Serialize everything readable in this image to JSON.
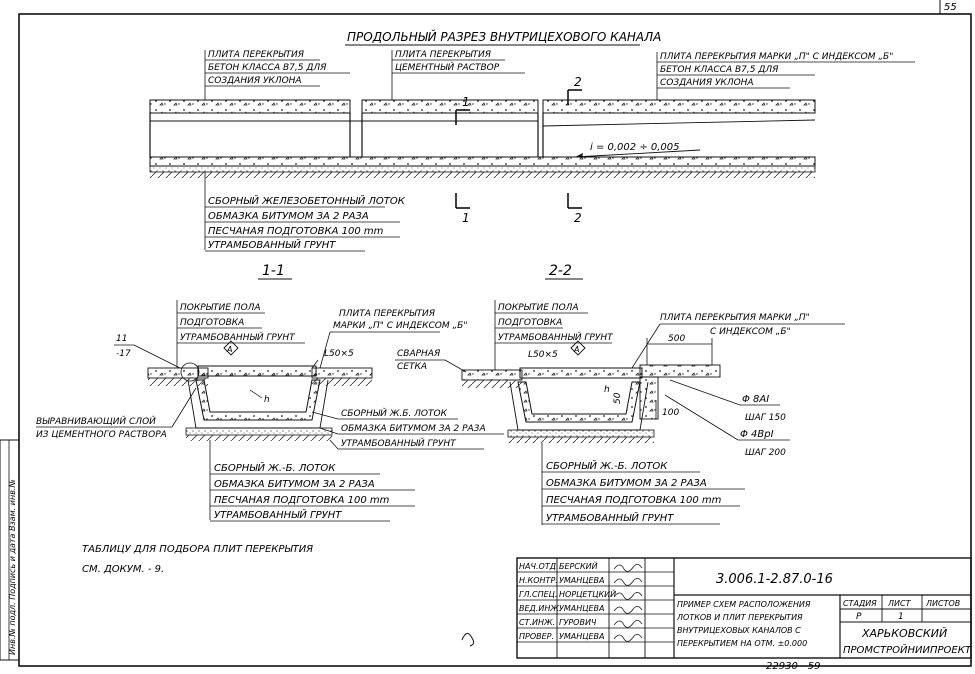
{
  "sheet": {
    "page_number": "55",
    "main_title": "ПРОДОЛЬНЫЙ РАЗРЕЗ ВНУТРИЦЕХОВОГО КАНАЛА",
    "bottom_number": "22930 - 59"
  },
  "longitudinal": {
    "callout_left": [
      "ПЛИТА ПЕРЕКРЫТИЯ",
      "БЕТОН КЛАССА В7,5 ДЛЯ",
      "СОЗДАНИЯ УКЛОНА"
    ],
    "callout_mid": [
      "ПЛИТА ПЕРЕКРЫТИЯ",
      "ЦЕМЕНТНЫЙ РАСТВОР"
    ],
    "callout_right": [
      "ПЛИТА ПЕРЕКРЫТИЯ МАРКИ „П\" С ИНДЕКСОМ „Б\"",
      "БЕТОН КЛАССА В7,5 ДЛЯ",
      "СОЗДАНИЯ УКЛОНА"
    ],
    "bottom_labels": [
      "СБОРНЫЙ ЖЕЛЕЗОБЕТОННЫЙ ЛОТОК",
      "ОБМАЗКА БИТУМОМ ЗА 2 РАЗА",
      "ПЕСЧАНАЯ ПОДГОТОВКА 100 mm",
      "УТРАМБОВАННЫЙ ГРУНТ"
    ],
    "slope": "i = 0,002 ÷ 0,005",
    "cut_1": "1",
    "cut_2": "2"
  },
  "section_1": {
    "title": "1-1",
    "layers": [
      "ПОКРЫТИЕ ПОЛА",
      "ПОДГОТОВКА",
      "УТРАМБОВАННЫЙ ГРУНТ"
    ],
    "slab_label": [
      "ПЛИТА ПЕРЕКРЫТИЯ",
      "МАРКИ „П\" С ИНДЕКСОМ „Б\""
    ],
    "ref_a": "11",
    "ref_b": "-17",
    "angle": "L50×5",
    "level_note": [
      "ВЫРАВНИВАЮЩИЙ СЛОЙ",
      "ИЗ ЦЕМЕНТНОГО РАСТВОРА"
    ],
    "tray_label": "СБОРНЫЙ Ж.Б. ЛОТОК",
    "coat_label": "ОБМАЗКА БИТУМОМ ЗА 2 РАЗА",
    "soil_label": "УТРАМБОВАННЫЙ ГРУНТ",
    "bottom_labels": [
      "СБОРНЫЙ Ж.-Б. ЛОТОК",
      "ОБМАЗКА БИТУМОМ ЗА 2 РАЗА",
      "ПЕСЧАНАЯ ПОДГОТОВКА 100 mm",
      "УТРАМБОВАННЫЙ ГРУНТ"
    ],
    "dim_h": "h",
    "marker": "A"
  },
  "section_2": {
    "title": "2-2",
    "layers": [
      "ПОКРЫТИЕ ПОЛА",
      "ПОДГОТОВКА",
      "УТРАМБОВАННЫЙ ГРУНТ"
    ],
    "slab_label": [
      "ПЛИТА ПЕРЕКРЫТИЯ МАРКИ „П\"",
      "С ИНДЕКСОМ „Б\""
    ],
    "weld_mesh": [
      "СВАРНАЯ",
      "СЕТКА"
    ],
    "angle": "L50×5",
    "dim_500": "500",
    "dim_50": "50",
    "dim_100": "100",
    "dim_h": "h",
    "rebar_1": [
      "Φ 8AI",
      "ШАГ 150"
    ],
    "rebar_2": [
      "Φ 4ВрI",
      "ШАГ 200"
    ],
    "bottom_labels": [
      "СБОРНЫЙ Ж.-Б. ЛОТОК",
      "ОБМАЗКА БИТУМОМ ЗА 2 РАЗА",
      "ПЕСЧАНАЯ ПОДГОТОВКА 100 mm",
      "УТРАМБОВАННЫЙ ГРУНТ"
    ],
    "marker": "A"
  },
  "note": [
    "ТАБЛИЦУ ДЛЯ ПОДБОРА ПЛИТ ПЕРЕКРЫТИЯ",
    "СМ. ДОКУМ. - 9."
  ],
  "side_stamp": "Инв.№ подл. Подпись и дата Взам. инв.№",
  "title_block": {
    "code": "3.006.1-2.87.0-16",
    "roles": [
      "НАЧ.ОТД.",
      "Н.КОНТР.",
      "ГЛ.СПЕЦ.",
      "ВЕД.ИНЖ.",
      "СТ.ИНЖ.",
      "ПРОВЕР."
    ],
    "names": [
      "БЕРСКИЙ",
      "УМАНЦЕВА",
      "НОРЦЕТЦКИЙ",
      "УМАНЦЕВА",
      "ГУРОВИЧ",
      "УМАНЦЕВА"
    ],
    "description": [
      "ПРИМЕР СХЕМ РАСПОЛОЖЕНИЯ",
      "ЛОТКОВ И ПЛИТ ПЕРЕКРЫТИЯ",
      "ВНУТРИЦЕХОВЫХ КАНАЛОВ С",
      "ПЕРЕКРЫТИЕМ НА ОТМ. ±0.000"
    ],
    "stage_header": "СТАДИЯ",
    "sheet_header": "ЛИСТ",
    "sheets_header": "ЛИСТОВ",
    "stage_value": "Р",
    "sheet_value": "1",
    "organization": [
      "ХАРЬКОВСКИЙ",
      "ПРОМСТРОЙНИИПРОЕКТ"
    ]
  }
}
